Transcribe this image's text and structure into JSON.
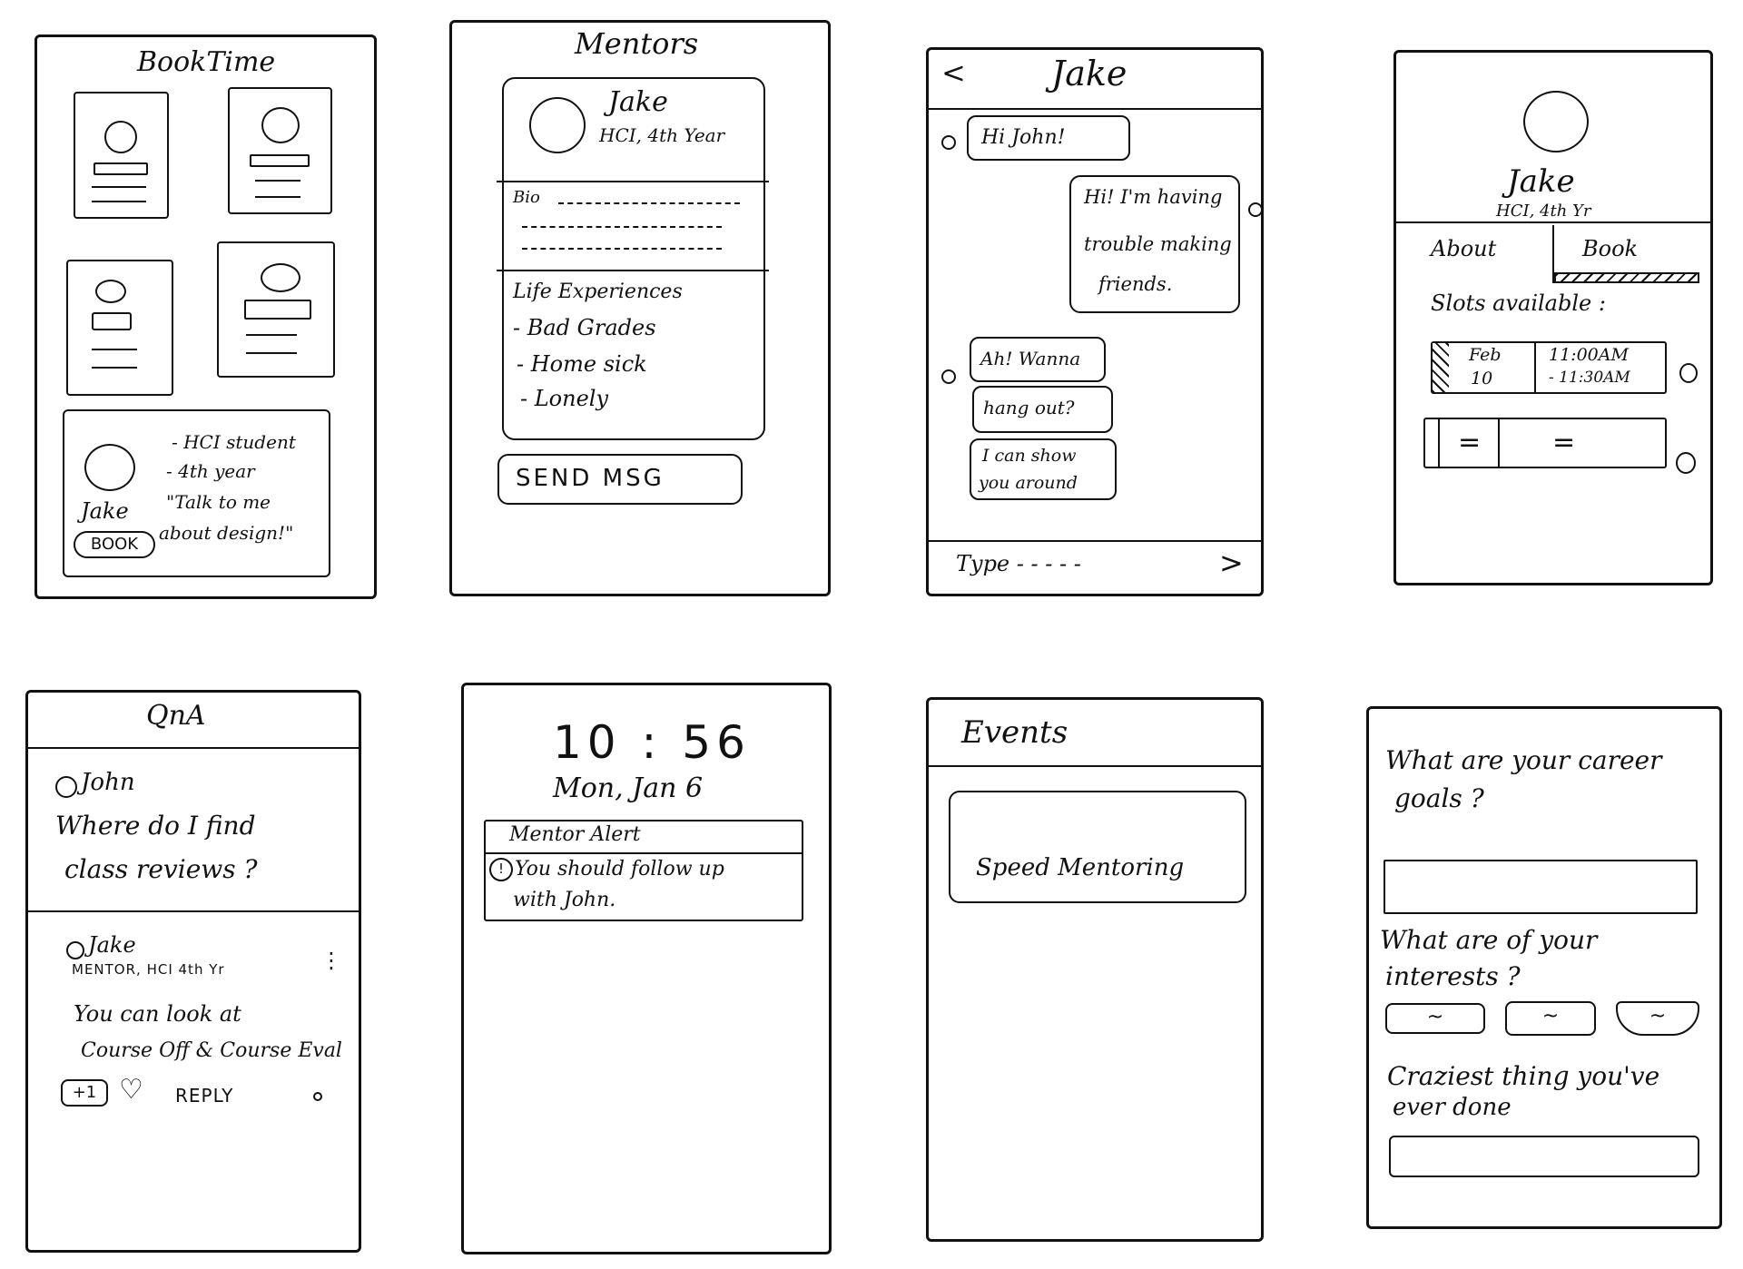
{
  "s1": {
    "title": "BookTime",
    "name": "Jake",
    "bullet1": "- HCI student",
    "bullet2": "- 4th year",
    "quote1": "\"Talk to me",
    "quote2": "about design!\"",
    "book_button": "BOOK"
  },
  "s2": {
    "title": "Mentors",
    "name": "Jake",
    "sub": "HCI, 4th Year",
    "bio": "Bio",
    "life_heading": "Life Experiences",
    "items": [
      "- Bad Grades",
      "- Home sick",
      "- Lonely"
    ],
    "send_button": "SEND MSG"
  },
  "s3": {
    "back": "<",
    "title": "Jake",
    "msg1": "Hi John!",
    "msg2a": "Hi! I'm having",
    "msg2b": "trouble making",
    "msg2c": "friends.",
    "msg3a": "Ah! Wanna",
    "msg3b": "hang out?",
    "msg4a": "I can show",
    "msg4b": "you around",
    "input_placeholder": "Type - - - - -",
    "send": ">"
  },
  "s4": {
    "name": "Jake",
    "sub": "HCI, 4th Yr",
    "tab_about": "About",
    "tab_book": "Book",
    "slots_label": "Slots available :",
    "date1": "Feb",
    "date2": "10",
    "time1": "11:00AM",
    "time2": "- 11:30AM",
    "slot2_date": "=",
    "slot2_time": "="
  },
  "s5": {
    "title": "QnA",
    "asker": "John",
    "question1": "Where do I find",
    "question2": "class reviews ?",
    "answerer": "Jake",
    "role": "MENTOR, HCI 4th Yr",
    "answer1": "You can look at",
    "answer2": "Course Off & Course Eval",
    "plus_one": "+1",
    "reply": "REPLY"
  },
  "s6": {
    "time": "10 : 56",
    "date": "Mon, Jan 6",
    "alert_title": "Mentor Alert",
    "alert_icon": "!",
    "alert_text1": "You should follow up",
    "alert_text2": "with John."
  },
  "s7": {
    "title": "Events",
    "event": "Speed Mentoring"
  },
  "s8": {
    "q1a": "What are your career",
    "q1b": "goals ?",
    "q2a": "What are of your",
    "q2b": "interests ?",
    "chip": "~",
    "q3a": "Craziest thing you've",
    "q3b": "ever done"
  }
}
